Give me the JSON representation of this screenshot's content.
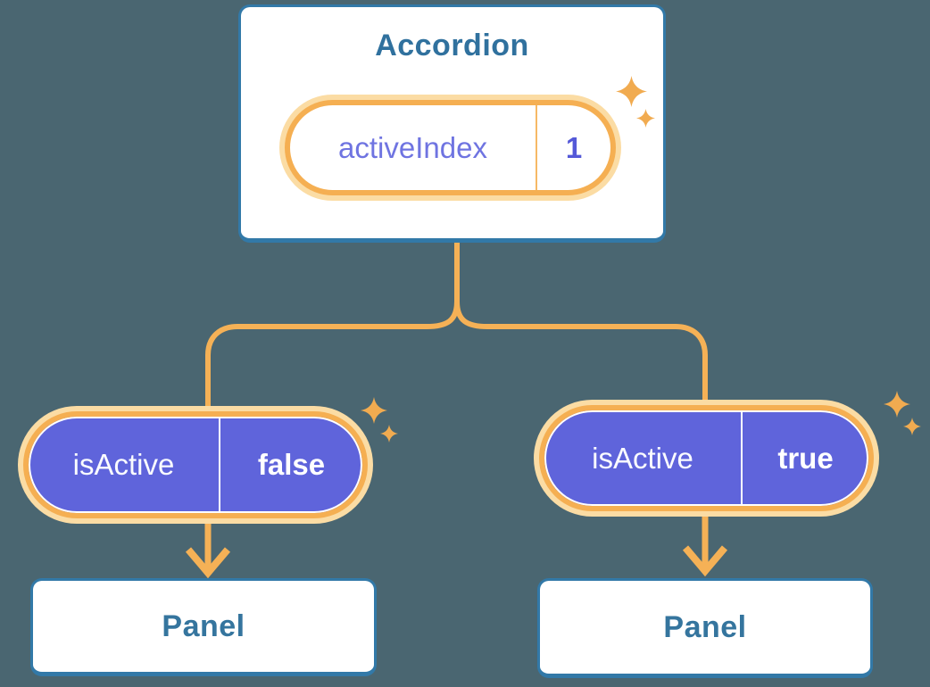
{
  "diagram": {
    "description": "React component tree: Accordion parent passing state down to two Panels",
    "background_color": "#4A6671",
    "accordion": {
      "title": "Accordion",
      "state_pill": {
        "label": "activeIndex",
        "value": "1"
      }
    },
    "branches": [
      {
        "prop_pill": {
          "label": "isActive",
          "value": "false"
        },
        "panel": {
          "title": "Panel"
        }
      },
      {
        "prop_pill": {
          "label": "isActive",
          "value": "true"
        },
        "panel": {
          "title": "Panel"
        }
      }
    ],
    "icons": {
      "sparkle": "sparkle-icon"
    },
    "colors": {
      "connector_orange": "#F5B156",
      "ring_orange": "#F5AF52",
      "ring_glow": "#FBDCA4",
      "pill_purple": "#5F64DB",
      "box_border_blue": "#3279A8",
      "title_blue": "#30719E",
      "state_label_purple": "#6F74E1",
      "state_value_purple": "#5459D8",
      "sparkle_orange": "#F1AB50"
    }
  }
}
